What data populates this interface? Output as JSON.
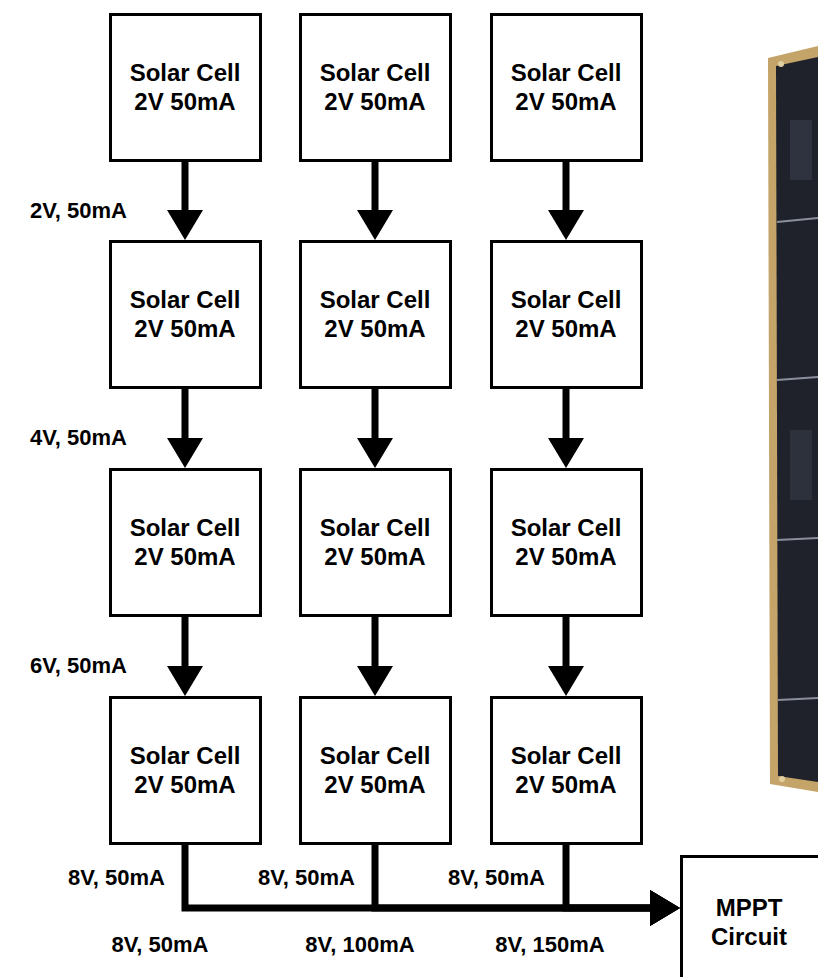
{
  "diagram": {
    "nodes": [
      {
        "text": [
          "Solar Cell",
          "2V 50mA"
        ]
      },
      {
        "text": [
          "Solar Cell",
          "2V 50mA"
        ]
      },
      {
        "text": [
          "Solar Cell",
          "2V 50mA"
        ]
      },
      {
        "text": [
          "Solar Cell",
          "2V 50mA"
        ]
      },
      {
        "text": [
          "Solar Cell",
          "2V 50mA"
        ]
      },
      {
        "text": [
          "Solar Cell",
          "2V 50mA"
        ]
      },
      {
        "text": [
          "Solar Cell",
          "2V 50mA"
        ]
      },
      {
        "text": [
          "Solar Cell",
          "2V 50mA"
        ]
      },
      {
        "text": [
          "Solar Cell",
          "2V 50mA"
        ]
      },
      {
        "text": [
          "Solar Cell",
          "2V 50mA"
        ]
      },
      {
        "text": [
          "Solar Cell",
          "2V 50mA"
        ]
      },
      {
        "text": [
          "Solar Cell",
          "2V 50mA"
        ]
      },
      {
        "text": [
          "MPPT Circuit"
        ]
      }
    ],
    "edges": [
      {
        "from": 0,
        "to": 1,
        "arrow": "to",
        "label": "2V, 50mA"
      },
      {
        "from": 1,
        "to": 2,
        "arrow": "to",
        "label": "4V, 50mA"
      },
      {
        "from": 2,
        "to": 3,
        "arrow": "to",
        "label": "6V, 50mA"
      },
      {
        "from": 4,
        "to": 5,
        "arrow": "to"
      },
      {
        "from": 5,
        "to": 6,
        "arrow": "to"
      },
      {
        "from": 6,
        "to": 7,
        "arrow": "to"
      },
      {
        "from": 8,
        "to": 9,
        "arrow": "to"
      },
      {
        "from": 9,
        "to": 10,
        "arrow": "to"
      },
      {
        "from": 10,
        "to": 11,
        "arrow": "to"
      },
      {
        "from": 3,
        "to": 12,
        "arrow": "to"
      },
      {
        "from": 7,
        "to": 12,
        "arrow": "to"
      },
      {
        "from": 11,
        "to": 12,
        "arrow": "to"
      }
    ],
    "labels": [
      "8V, 50mA",
      "8V, 50mA",
      "8V, 50mA",
      "8V, 50mA",
      "8V, 100mA",
      "8V, 150mA"
    ]
  }
}
